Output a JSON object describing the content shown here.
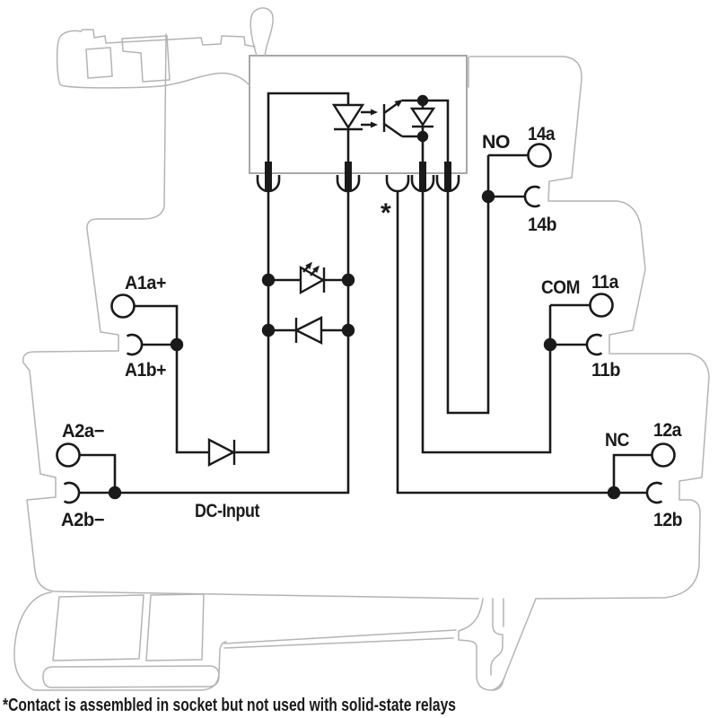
{
  "colors": {
    "line": "#1a1a1a",
    "housing_outline": "#b4b4b4",
    "module_box_outline": "#9f9f9f",
    "background": "#ffffff"
  },
  "terminals": {
    "a1": {
      "a": "A1a+",
      "b": "A1b+"
    },
    "a2": {
      "a": "A2a−",
      "b": "A2b−"
    },
    "no": {
      "label": "NO",
      "a": "14a",
      "b": "14b"
    },
    "com": {
      "label": "COM",
      "a": "11a",
      "b": "11b"
    },
    "nc": {
      "label": "NC",
      "a": "12a",
      "b": "12b"
    }
  },
  "labels": {
    "dc_input": "DC-Input",
    "unused_contact_marker": "*"
  },
  "footnote": "*Contact is assembled in socket but not used with solid-state relays",
  "components": {
    "optocoupler_led": "led-diode-icon",
    "phototransistor": "phototransistor-icon",
    "output_clamp_diode": "diode-icon",
    "status_led": "led-diode-icon",
    "reverse_protection_diode": "diode-icon",
    "input_series_diode": "diode-icon"
  }
}
